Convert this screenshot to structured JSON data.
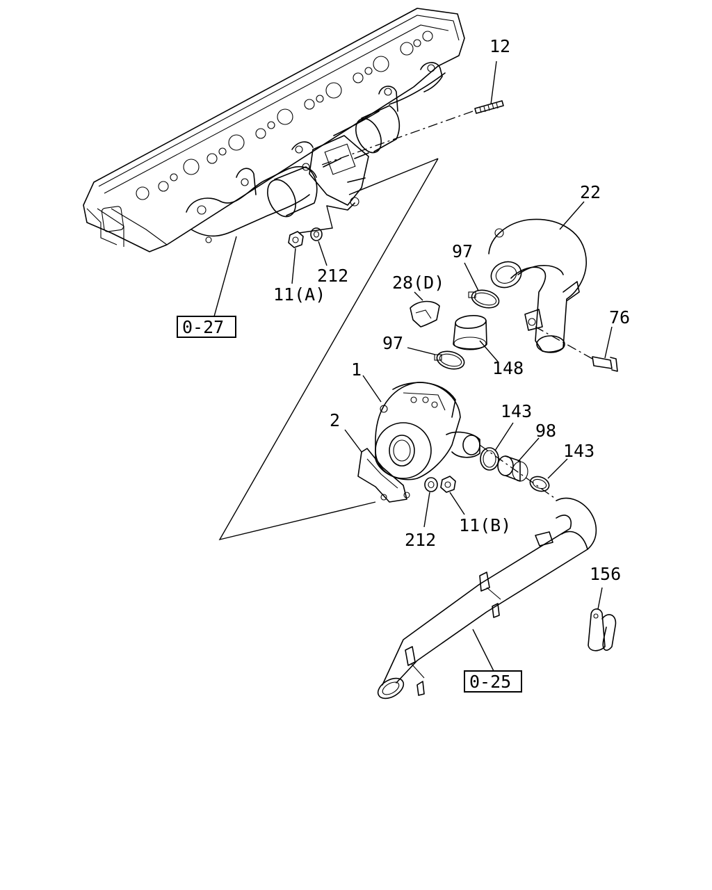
{
  "callouts": {
    "c12": "12",
    "c22": "22",
    "c97a": "97",
    "c28d": "28(D)",
    "c212a": "212",
    "c11a": "11(A)",
    "c97b": "97",
    "c148": "148",
    "c76": "76",
    "c1": "1",
    "c2": "2",
    "c143a": "143",
    "c98": "98",
    "c143b": "143",
    "c212b": "212",
    "c11b": "11(B)",
    "c156": "156"
  },
  "refs": {
    "r027": "0-27",
    "r025": "0-25"
  }
}
